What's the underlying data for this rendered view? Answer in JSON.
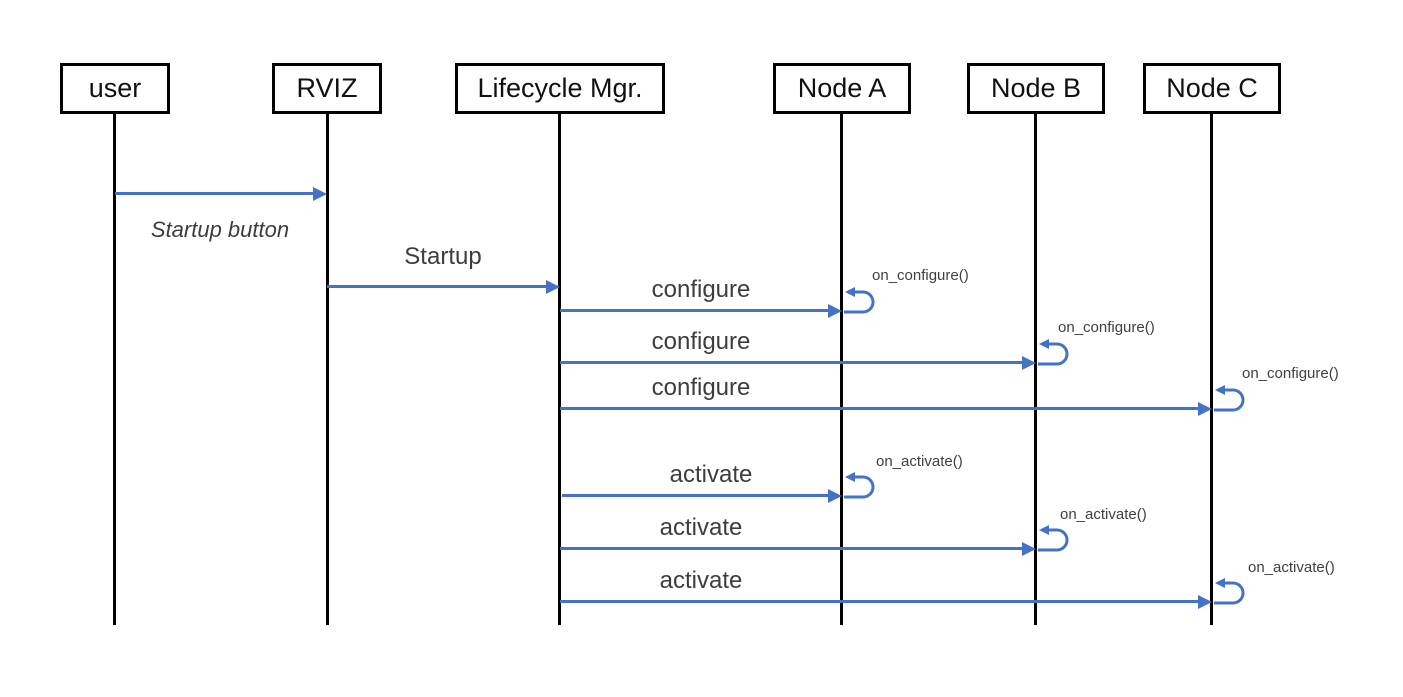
{
  "diagram_type": "sequence-diagram",
  "colors": {
    "arrow": "#4472C4",
    "lifeline": "#000000",
    "actor_border": "#000000",
    "label_text": "#3d3d3d",
    "self_call_text": "#404040"
  },
  "actors": [
    {
      "label": "user"
    },
    {
      "label": "RVIZ"
    },
    {
      "label": "Lifecycle Mgr."
    },
    {
      "label": "Node A"
    },
    {
      "label": "Node B"
    },
    {
      "label": "Node C"
    }
  ],
  "messages": [
    {
      "from": "user",
      "to": "RVIZ",
      "label": "Startup button",
      "label_style": "italic",
      "label_position": "below-arrow"
    },
    {
      "from": "RVIZ",
      "to": "Lifecycle Mgr.",
      "label": "Startup",
      "label_position": "above-arrow"
    },
    {
      "from": "Lifecycle Mgr.",
      "to": "Node A",
      "label": "configure",
      "label_position": "above-arrow",
      "self_call": "on_configure()"
    },
    {
      "from": "Lifecycle Mgr.",
      "to": "Node B",
      "label": "configure",
      "label_position": "above-arrow",
      "self_call": "on_configure()"
    },
    {
      "from": "Lifecycle Mgr.",
      "to": "Node C",
      "label": "configure",
      "label_position": "above-arrow",
      "self_call": "on_configure()"
    },
    {
      "from": "Lifecycle Mgr.",
      "to": "Node A",
      "label": "activate",
      "label_position": "above-arrow",
      "self_call": "on_activate()"
    },
    {
      "from": "Lifecycle Mgr.",
      "to": "Node B",
      "label": "activate",
      "label_position": "above-arrow",
      "self_call": "on_activate()"
    },
    {
      "from": "Lifecycle Mgr.",
      "to": "Node C",
      "label": "activate",
      "label_position": "above-arrow",
      "self_call": "on_activate()"
    }
  ]
}
